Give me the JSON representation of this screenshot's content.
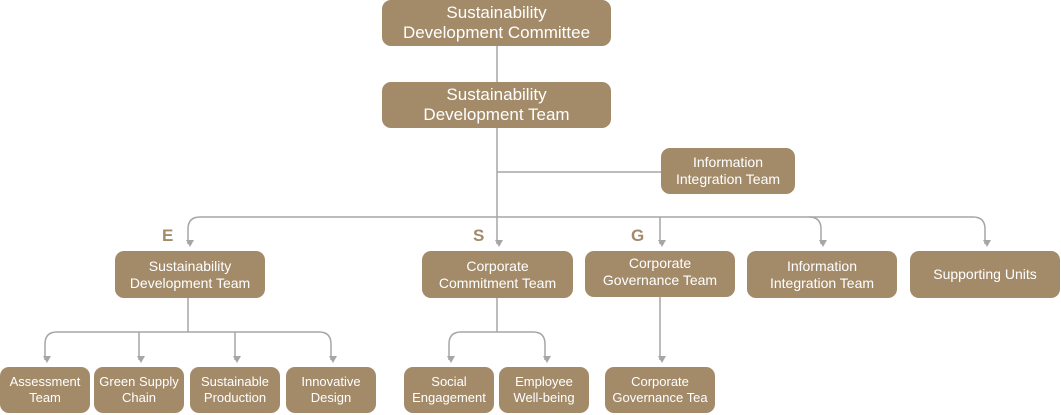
{
  "colors": {
    "box": "#A38B6A",
    "line": "#A6A6A6"
  },
  "top": {
    "committee": "Sustainability\nDevelopment Committee",
    "team": "Sustainability\nDevelopment Team",
    "info": "Information\nIntegration Team"
  },
  "pillars": {
    "e": "E",
    "s": "S",
    "g": "G"
  },
  "second": [
    "Sustainability\nDevelopment Team",
    "Corporate\nCommitment Team",
    "Corporate\nGovernance Team",
    "Information\nIntegration Team",
    "Supporting Units"
  ],
  "third": [
    "Assessment\nTeam",
    "Green Supply\nChain",
    "Sustainable\nProduction",
    "Innovative\nDesign",
    "Social\nEngagement",
    "Employee\nWell-being",
    "Corporate\nGovernance Tea"
  ]
}
